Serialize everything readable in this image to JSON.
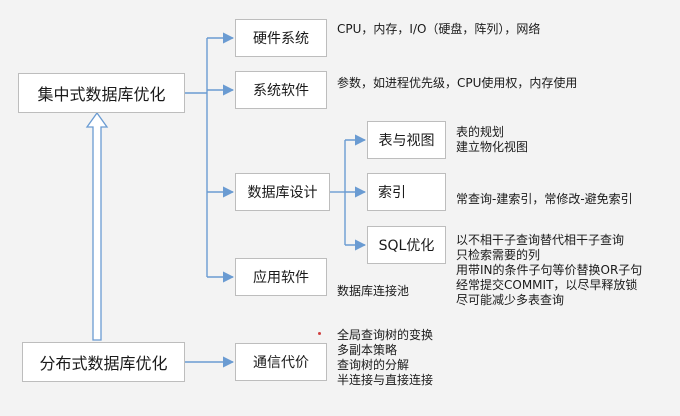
{
  "colors": {
    "connector": "#6a9bd2",
    "box_border": "#bdbdbd",
    "background": "#f3f3f3"
  },
  "root_top": "集中式数据库优化",
  "root_bottom": "分布式数据库优化",
  "branches": {
    "hardware": "硬件系统",
    "software": "系统软件",
    "db_design": "数据库设计",
    "app": "应用软件",
    "comm": "通信代价"
  },
  "sub_branches": {
    "table_view": "表与视图",
    "index": "索引",
    "sql": "SQL优化"
  },
  "notes": {
    "hardware": "CPU，内存，I/O（硬盘，阵列），网络",
    "software": "参数，如进程优先级，CPU使用权，内存使用",
    "table_view": [
      "表的规划",
      "建立物化视图"
    ],
    "index": "常查询-建索引，常修改-避免索引",
    "sql": [
      "以不相干子查询替代相干子查询",
      "只检索需要的列",
      "用带IN的条件子句等价替换OR子句",
      "经常提交COMMIT，以尽早释放锁",
      "尽可能减少多表查询"
    ],
    "app": "数据库连接池",
    "comm": [
      "全局查询树的变换",
      "多副本策略",
      "查询树的分解",
      "半连接与直接连接"
    ]
  }
}
